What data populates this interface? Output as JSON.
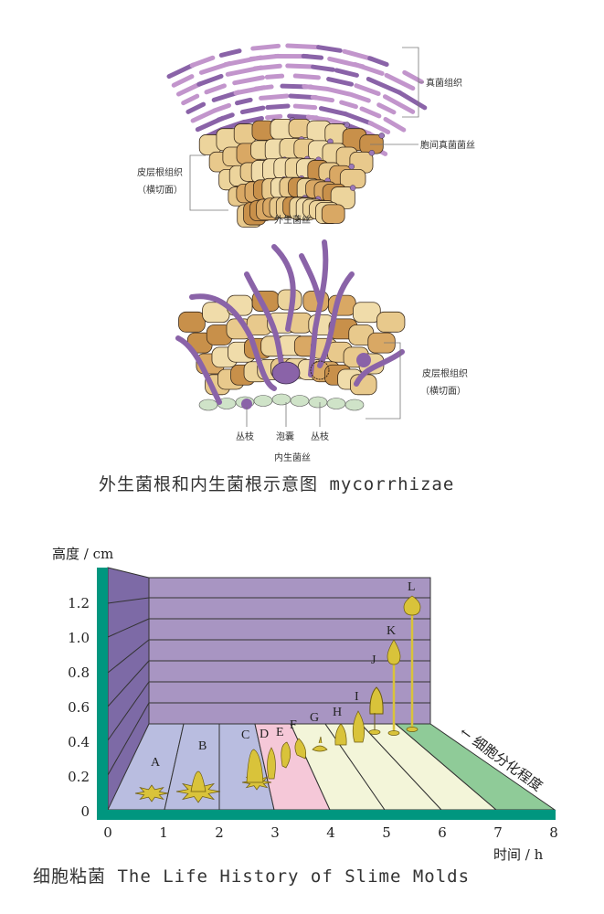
{
  "ecto": {
    "label_fungal_tissue": "真菌组织",
    "label_intercellular_hyphae": "胞间真菌菌丝",
    "label_cortex": "皮层根组织",
    "label_cross_section": "（横切面）",
    "label_external_hyphae": "外生菌丝"
  },
  "endo": {
    "label_cortex": "皮层根组织",
    "label_cross_section": "（横切面）",
    "label_arbuscule_1": "丛枝",
    "label_vesicle": "泡囊",
    "label_arbuscule_2": "丛枝",
    "label_internal_hyphae": "内生菌丝"
  },
  "mycorrhizae_title": "外生菌根和内生菌根示意图 mycorrhizae",
  "slime": {
    "y_axis_label": "高度 / cm",
    "x_axis_label": "时间 / h",
    "diff_label": "← 细胞分化程度",
    "y_ticks": [
      "0",
      "0.2",
      "0.4",
      "0.6",
      "0.8",
      "1.0",
      "1.2"
    ],
    "x_ticks": [
      "0",
      "1",
      "2",
      "3",
      "4",
      "5",
      "6",
      "7",
      "8"
    ],
    "stages": [
      "A",
      "B",
      "C",
      "D",
      "E",
      "F",
      "G",
      "H",
      "I",
      "J",
      "K",
      "L"
    ],
    "caption": "细胞粘菌 The Life History of Slime Molds",
    "colors": {
      "axis": "#00967f",
      "wall": "#a895c2",
      "side": "#7d6aa6",
      "lavender": "#b9bde0",
      "pink": "#f5c8d8",
      "cream": "#f3f5d9",
      "green": "#8fcb98",
      "mold": "#d9c33a"
    }
  }
}
